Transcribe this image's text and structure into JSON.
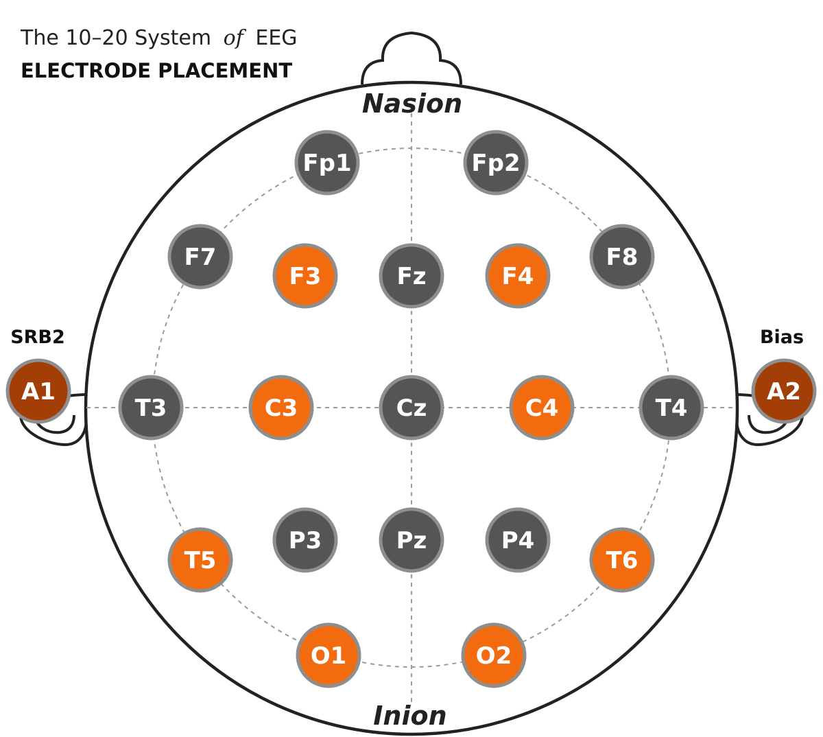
{
  "title": {
    "line1_prefix": "The 10–20 System",
    "line1_of": "of",
    "line1_suffix": "EEG",
    "line2": "ELECTRODE PLACEMENT"
  },
  "landmarks": {
    "top": "Nasion",
    "bottom": "Inion"
  },
  "ears": {
    "left_label": "SRB2",
    "right_label": "Bias"
  },
  "colors": {
    "inactive": "#555555",
    "active": "#f26b0f",
    "ear_reference": "#a33f06",
    "stroke": "#8e8e8e",
    "outline": "#222222",
    "guide": "#9a9a9a"
  },
  "electrodes": [
    {
      "label": "Fp1",
      "type": "inactive"
    },
    {
      "label": "Fp2",
      "type": "inactive"
    },
    {
      "label": "F7",
      "type": "inactive"
    },
    {
      "label": "F3",
      "type": "active"
    },
    {
      "label": "Fz",
      "type": "inactive"
    },
    {
      "label": "F4",
      "type": "active"
    },
    {
      "label": "F8",
      "type": "inactive"
    },
    {
      "label": "T3",
      "type": "inactive"
    },
    {
      "label": "C3",
      "type": "active"
    },
    {
      "label": "Cz",
      "type": "inactive"
    },
    {
      "label": "C4",
      "type": "active"
    },
    {
      "label": "T4",
      "type": "inactive"
    },
    {
      "label": "T5",
      "type": "active"
    },
    {
      "label": "P3",
      "type": "inactive"
    },
    {
      "label": "Pz",
      "type": "inactive"
    },
    {
      "label": "P4",
      "type": "inactive"
    },
    {
      "label": "T6",
      "type": "active"
    },
    {
      "label": "O1",
      "type": "active"
    },
    {
      "label": "O2",
      "type": "active"
    },
    {
      "label": "A1",
      "type": "ear_reference"
    },
    {
      "label": "A2",
      "type": "ear_reference"
    }
  ]
}
